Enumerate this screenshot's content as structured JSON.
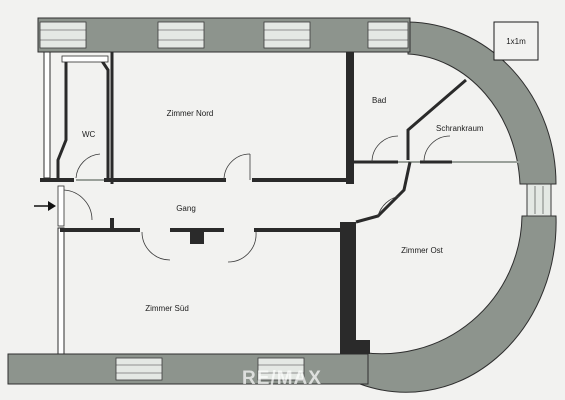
{
  "rooms": {
    "wc": "WC",
    "zimmer_nord": "Zimmer Nord",
    "bad": "Bad",
    "schrankraum": "Schrankraum",
    "gang": "Gang",
    "zimmer_ost": "Zimmer Ost",
    "zimmer_sued": "Zimmer Süd"
  },
  "scale": "1x1m",
  "watermark": "RE/MAX",
  "colors": {
    "wall": "#8d948d",
    "wall_dark": "#2a2a2a",
    "window": "#e4e8e4",
    "line": "#3a3a3a",
    "paper": "#f2f2f0"
  },
  "icons": {
    "entrance": "entrance-arrow-icon"
  }
}
